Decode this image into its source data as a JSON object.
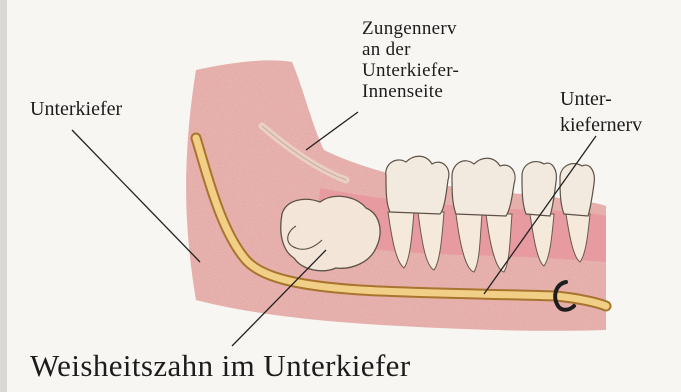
{
  "labels": {
    "zungennerv": "Zungennerv\nan der\nUnterkiefer-\nInnenseite",
    "unterkiefer": "Unterkiefer",
    "unterkiefernerv": "Unter-\nkiefernerv",
    "weisheitszahn": "Weisheitszahn im Unterkiefer"
  },
  "colors": {
    "jaw": "#e8b2ae",
    "gum": "#e79aa0",
    "tooth": "#f3eadf",
    "nerve": "#d9a85a",
    "nerve_core": "#f1cf86"
  }
}
